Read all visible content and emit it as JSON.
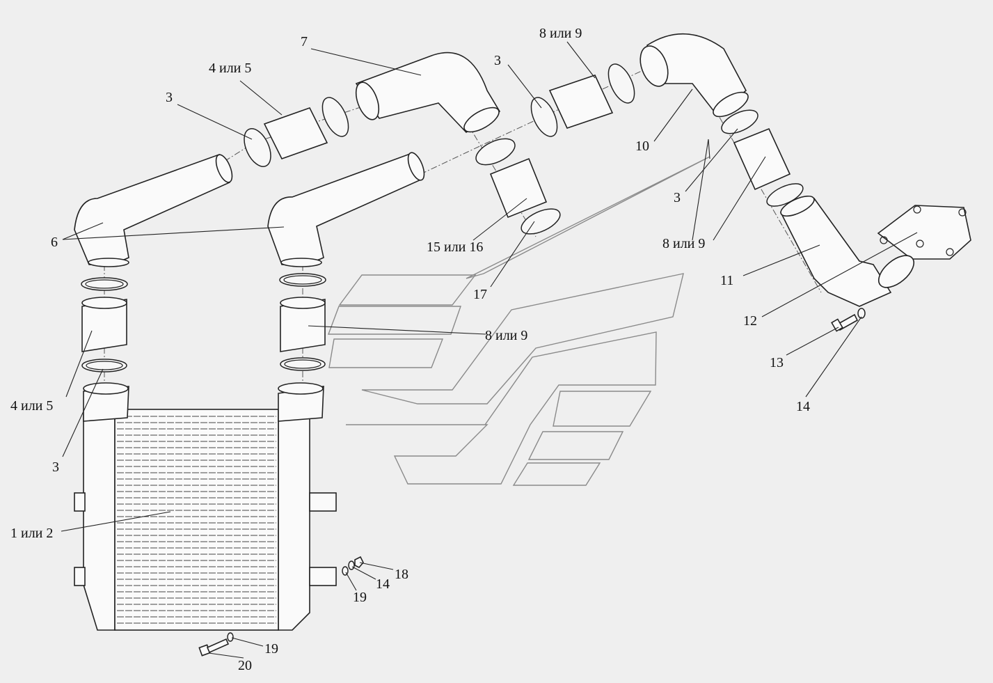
{
  "labels": {
    "l7": "7",
    "l4or5_top": "4 или 5",
    "l3_a": "3",
    "l3_b": "3",
    "l8or9_top": "8 или 9",
    "l10": "10",
    "l3_c": "3",
    "l8or9_right": "8 или 9",
    "l15or16": "15 или 16",
    "l17": "17",
    "l6": "6",
    "l11": "11",
    "l12": "12",
    "l8or9_mid": "8 или 9",
    "l13": "13",
    "l14_a": "14",
    "l4or5_left": "4 или 5",
    "l3_d": "3",
    "l1or2": "1 или 2",
    "l18": "18",
    "l14_b": "14",
    "l19_a": "19",
    "l19_b": "19",
    "l20": "20"
  },
  "colors": {
    "background": "#efefef",
    "line": "#222222",
    "watermark": "#8a8a8a"
  }
}
